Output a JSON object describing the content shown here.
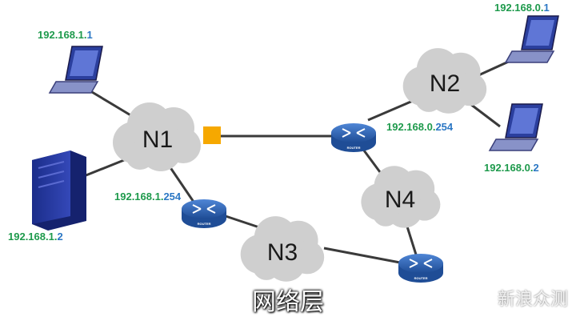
{
  "clouds": [
    {
      "id": "n1",
      "label": "N1"
    },
    {
      "id": "n2",
      "label": "N2"
    },
    {
      "id": "n3",
      "label": "N3"
    },
    {
      "id": "n4",
      "label": "N4"
    }
  ],
  "addresses": {
    "laptop_n1": {
      "net": "192.168.1.",
      "host": "1"
    },
    "server_n1": {
      "net": "192.168.1.",
      "host": "2"
    },
    "router_n1": {
      "net": "192.168.1.",
      "host": "254"
    },
    "router_n2": {
      "net": "192.168.0.",
      "host": "254"
    },
    "laptop_n2_top": {
      "net": "192.168.0.",
      "host": "1"
    },
    "laptop_n2_bottom": {
      "net": "192.168.0.",
      "host": "2"
    }
  },
  "router_tag": "ROUTER",
  "caption": "网络层",
  "watermark": "新浪众测",
  "colors": {
    "cloud": "#cfcfcf",
    "link": "#3a3a3a",
    "router": "#2a5fb0",
    "interface": "#f6a800",
    "ip_network": "#1e9a4c",
    "ip_host": "#2b77c4"
  }
}
